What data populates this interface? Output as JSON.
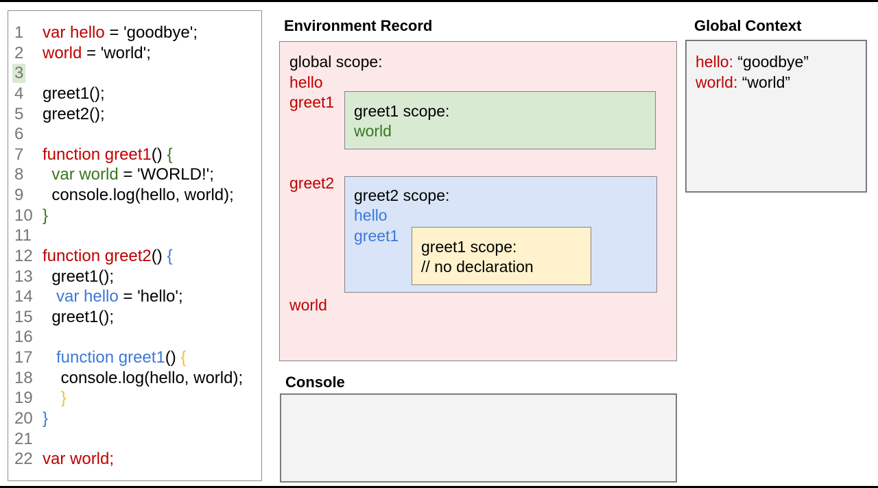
{
  "titles": {
    "environment_record": "Environment Record",
    "global_context": "Global Context",
    "console": "Console"
  },
  "colors": {
    "red": "#c00000",
    "green": "#38761d",
    "blue": "#3c78d8",
    "gold": "#f1c232",
    "code_black": "#000000",
    "line_number_gray": "#757575",
    "highlight_green": "#d9ead3",
    "pink_fill": "#fce8e8",
    "green_fill": "#d9ead3",
    "blue_fill": "#d9e4f8",
    "yellow_fill": "#fff2cc",
    "gray_fill": "#f3f3f3"
  },
  "code_panel": {
    "lines": [
      {
        "num": "1",
        "segments": [
          {
            "t": "var hello",
            "c": "red"
          },
          {
            "t": " = 'goodbye';",
            "c": "black"
          }
        ]
      },
      {
        "num": "2",
        "segments": [
          {
            "t": "world",
            "c": "red"
          },
          {
            "t": " = 'world';",
            "c": "black"
          }
        ]
      },
      {
        "num": "3",
        "highlight": true,
        "segments": []
      },
      {
        "num": "4",
        "segments": [
          {
            "t": "greet1();",
            "c": "black"
          }
        ]
      },
      {
        "num": "5",
        "segments": [
          {
            "t": "greet2();",
            "c": "black"
          }
        ]
      },
      {
        "num": "6",
        "segments": []
      },
      {
        "num": "7",
        "segments": [
          {
            "t": "function greet1",
            "c": "red"
          },
          {
            "t": "() ",
            "c": "black"
          },
          {
            "t": "{",
            "c": "green"
          }
        ]
      },
      {
        "num": "8",
        "segments": [
          {
            "t": "  ",
            "c": "black"
          },
          {
            "t": "var world",
            "c": "green"
          },
          {
            "t": " = 'WORLD!';",
            "c": "black"
          }
        ]
      },
      {
        "num": "9",
        "segments": [
          {
            "t": "  console.log(hello, world);",
            "c": "black"
          }
        ]
      },
      {
        "num": "10",
        "segments": [
          {
            "t": "}",
            "c": "green"
          }
        ]
      },
      {
        "num": "11",
        "segments": []
      },
      {
        "num": "12",
        "segments": [
          {
            "t": "function greet2",
            "c": "red"
          },
          {
            "t": "() ",
            "c": "black"
          },
          {
            "t": "{",
            "c": "blue"
          }
        ]
      },
      {
        "num": "13",
        "segments": [
          {
            "t": "  greet1();",
            "c": "black"
          }
        ]
      },
      {
        "num": "14",
        "segments": [
          {
            "t": "   ",
            "c": "black"
          },
          {
            "t": "var hello",
            "c": "blue"
          },
          {
            "t": " = 'hello';",
            "c": "black"
          }
        ]
      },
      {
        "num": "15",
        "segments": [
          {
            "t": "  greet1();",
            "c": "black"
          }
        ]
      },
      {
        "num": "16",
        "segments": []
      },
      {
        "num": "17",
        "segments": [
          {
            "t": "   ",
            "c": "black"
          },
          {
            "t": "function greet1",
            "c": "blue"
          },
          {
            "t": "() ",
            "c": "black"
          },
          {
            "t": "{",
            "c": "gold"
          }
        ]
      },
      {
        "num": "18",
        "segments": [
          {
            "t": "    console.log(hello, world);",
            "c": "black"
          }
        ]
      },
      {
        "num": "19",
        "segments": [
          {
            "t": "    ",
            "c": "black"
          },
          {
            "t": "}",
            "c": "gold"
          }
        ]
      },
      {
        "num": "20",
        "segments": [
          {
            "t": "}",
            "c": "blue"
          }
        ]
      },
      {
        "num": "21",
        "segments": []
      },
      {
        "num": "22",
        "segments": [
          {
            "t": "var world;",
            "c": "red"
          }
        ]
      }
    ]
  },
  "environment_record": {
    "global_scope_label": "global scope:",
    "globals": {
      "hello": "hello",
      "greet1": "greet1",
      "greet2": "greet2",
      "world": "world"
    },
    "greet1_scope": {
      "label": "greet1 scope:",
      "world": "world"
    },
    "greet2_scope": {
      "label": "greet2 scope:",
      "hello": "hello",
      "greet1": "greet1"
    },
    "greet1_inner_scope": {
      "label": "greet1 scope:",
      "comment": "// no declaration"
    }
  },
  "global_context": {
    "hello_key": "hello:",
    "hello_value": " “goodbye”",
    "world_key": "world:",
    "world_value": " “world”"
  },
  "console": {
    "content": ""
  }
}
